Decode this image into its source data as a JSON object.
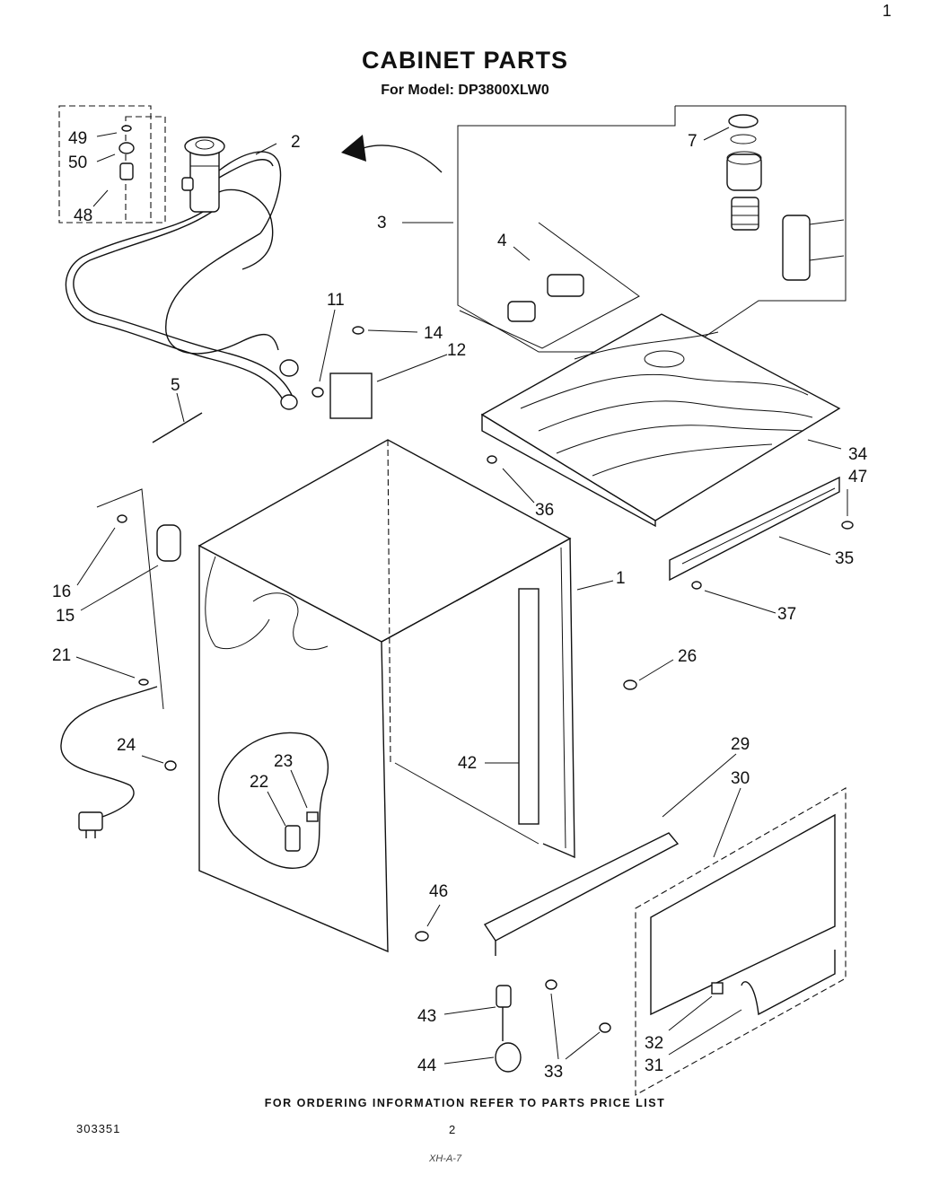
{
  "header": {
    "page_corner": "1",
    "title": "CABINET PARTS",
    "subtitle": "For Model: DP3800XLW0"
  },
  "callouts": {
    "c1": "1",
    "c2": "2",
    "c3": "3",
    "c4": "4",
    "c5": "5",
    "c7": "7",
    "c11": "11",
    "c12": "12",
    "c14": "14",
    "c15": "15",
    "c16": "16",
    "c21": "21",
    "c22": "22",
    "c23": "23",
    "c24": "24",
    "c26": "26",
    "c29": "29",
    "c30": "30",
    "c31": "31",
    "c32": "32",
    "c33": "33",
    "c34": "34",
    "c35": "35",
    "c36": "36",
    "c37": "37",
    "c42": "42",
    "c43": "43",
    "c44": "44",
    "c46": "46",
    "c47": "47",
    "c48": "48",
    "c49": "49",
    "c50": "50"
  },
  "footer": {
    "note": "FOR ORDERING INFORMATION REFER TO PARTS PRICE LIST",
    "doc_number": "303351",
    "page_number": "2",
    "handwritten": "XH-A-7"
  }
}
